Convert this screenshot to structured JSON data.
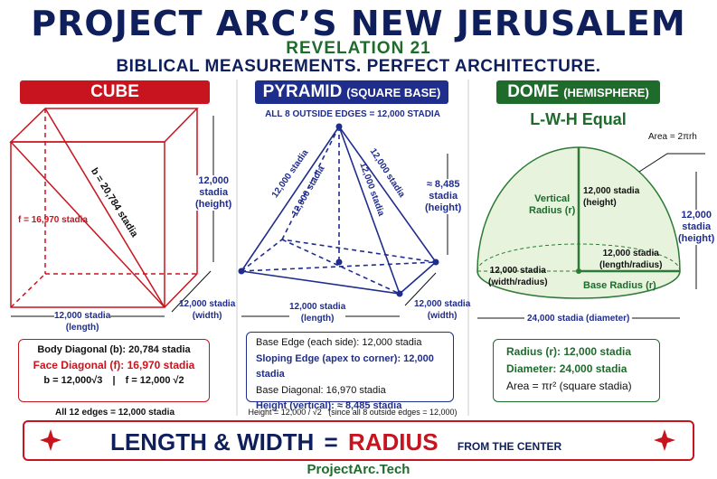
{
  "header": {
    "title": "PROJECT ARC’S NEW JERUSALEM",
    "subtitle": "REVELATION 21",
    "tagline": "BIBLICAL MEASUREMENTS. PERFECT ARCHITECTURE."
  },
  "cube": {
    "heading": "CUBE",
    "b_label": "b = 20,784 stadia",
    "f_label": "f = 16,970 stadia",
    "height_label": "12,000\nstadia\n(height)",
    "length_label": "12,000 stadia\n(length)",
    "width_label": "12,000 stadia\n(width)",
    "facts": [
      "Body Diagonal (b): 20,784 stadia",
      "Face Diagonal (f): 16,970 stadia"
    ],
    "formula_b": "b = 12,000√3",
    "formula_sep": "|",
    "formula_f": "f = 12,000 √2",
    "edges_note": "All 12 edges = 12,000 stadia"
  },
  "pyramid": {
    "heading": "PYRAMID",
    "heading_small": "(SQUARE BASE)",
    "top_note": "ALL 8 OUTSIDE EDGES = 12,000 STADIA",
    "edge_labels": [
      "12,000 stadia",
      "12,000 stadia",
      "12,000 stadia",
      "12,000 stadia"
    ],
    "height_label": "≈ 8,485\nstadia\n(height)",
    "length_label": "12,000 stadia\n(length)",
    "width_label": "12,000 stadia\n(width)",
    "facts": [
      "Base Edge (each side): 12,000 stadia",
      "Sloping Edge (apex to corner): 12,000 stadia",
      "Base Diagonal: 16,970 stadia",
      "Height (vertical): ≈ 8,485 stadia"
    ],
    "bottom_note": "Height = 12,000 / √2   (since all 8 outside edges = 12,000)"
  },
  "dome": {
    "heading": "DOME",
    "heading_small": "(HEMISPHERE)",
    "lwh": "L-W-H Equal",
    "area_label": "Area = 2πrh",
    "vertical_radius": "Vertical\nRadius (r)",
    "inner_height": "12,000 stadia\n(height)",
    "right_height": "12,000\nstadia\n(height)",
    "inner_radius": "12,000 stadia\n(length/radius)",
    "left_width": "12,000 stadia\n(width/radius)",
    "base_radius": "Base Radius (r)",
    "diameter_label": "24,000 stadia (diameter)",
    "facts": [
      "Radius (r): 12,000 stadia",
      "Diameter: 24,000 stadia",
      "Area = πr²  (square stadia)"
    ]
  },
  "footer": {
    "lw": "LENGTH & WIDTH",
    "eq": "=",
    "radius": "RADIUS",
    "from": "FROM THE CENTER",
    "site": "ProjectArc.Tech"
  },
  "colors": {
    "navy": "#0f1f5c",
    "red": "#c8141e",
    "green": "#1e6b2c",
    "blue": "#1f2d8c"
  }
}
